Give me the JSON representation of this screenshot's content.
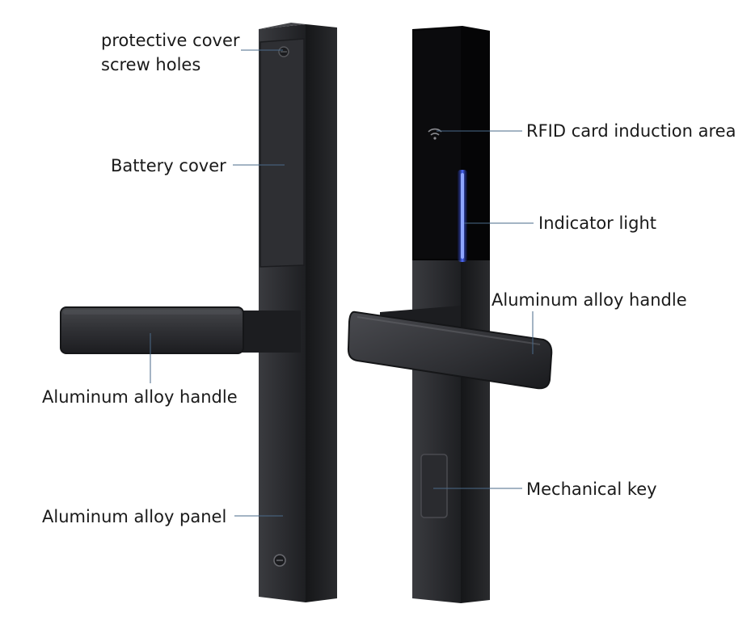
{
  "callouts": {
    "protective_cover_line1": "protective cover",
    "protective_cover_line2": "screw holes",
    "battery_cover": "Battery cover",
    "handle_left": "Aluminum alloy handle",
    "panel": "Aluminum alloy panel",
    "rfid_area": "RFID card induction area",
    "indicator_light": "Indicator light",
    "handle_right": "Aluminum alloy handle",
    "mechanical_key": "Mechanical key"
  },
  "colors": {
    "background": "#ffffff",
    "lock_body": "#2a2b2e",
    "lock_edge": "#16171a",
    "glass_panel": "#050506",
    "indicator_glow": "#3b5bff",
    "leader_line": "#4a6a8a"
  },
  "icons": [
    "screw-icon",
    "rfid-wifi-icon",
    "keyhole-cover-icon"
  ]
}
